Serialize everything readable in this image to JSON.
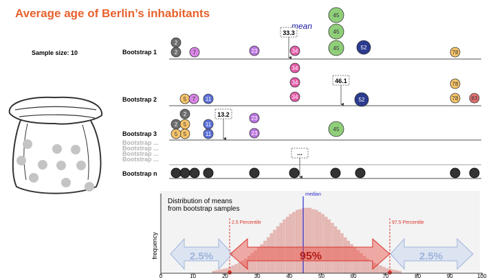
{
  "title": "Average age of Berlin’s inhabitants",
  "sample_label": "Sample size: 10",
  "bag": {
    "icon": "sack-of-marbles"
  },
  "rows": {
    "b1": "Bootstrap 1",
    "b2": "Bootstrap 2",
    "b3": "Bootstrap 3",
    "ghost": [
      "Bootstrap ...",
      "Bootstrap ...",
      "Bootstrap ...",
      "Bootstrap ..."
    ],
    "bn": "Bootstrap n"
  },
  "mean_label": "mean",
  "mean_boxes": {
    "b1": "33.3",
    "b2": "46.1",
    "b3": "13.2",
    "bn": "..."
  },
  "ball_values": {
    "b1": [
      "2",
      "2",
      "7",
      "23",
      "34",
      "45",
      "45",
      "45",
      "52",
      "78"
    ],
    "b2": [
      "5",
      "7",
      "11",
      "34",
      "34",
      "34",
      "52",
      "78",
      "78",
      "83"
    ],
    "b3": [
      "2",
      "2",
      "5",
      "5",
      "5",
      "11",
      "11",
      "23",
      "23",
      "45"
    ]
  },
  "hist": {
    "title_line1": "Distribution of means",
    "title_line2": "from bootstrap samples",
    "ylabel": "frequency",
    "median_label": "median",
    "p_low_label": "2.5 Percentile",
    "p_high_label": "97.5 Percentile",
    "left_pct": "2.5%",
    "center_pct": "95%",
    "right_pct": "2.5%",
    "x_ticks": [
      "0",
      "10",
      "20",
      "30",
      "40",
      "50",
      "60",
      "70",
      "80",
      "90",
      "100"
    ]
  },
  "colors": {
    "title": "#e8612c",
    "mean": "#1a1aa6",
    "percentile": "#d9342b",
    "median": "#2a2ad0"
  }
}
